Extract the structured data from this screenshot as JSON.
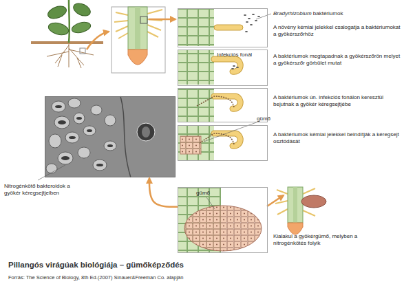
{
  "diagram": {
    "title": "Pillangós virágúak biológiája – gümőképződés",
    "caption": "Forrás: The Science of Biology, 8th Ed.(2007) Sinauer&Freeman Co. alapján",
    "nodes": [
      {
        "text": [
          "Bradyrhizobium baktériumok",
          "A növény kémiai jelekkel csalogatja a baktériumokat a gyökérszőrhöz"
        ]
      },
      {
        "text": [
          "Infekciós fonál",
          "A baktériumok megtapadnak a gyökérszőrön melyet a gyökérszőr görbület mutat"
        ]
      },
      {
        "text": [
          "A baktériumok ún. infekciós fonálon keresztül bejutnak a gyökér kéregsejtjébe"
        ]
      },
      {
        "text": [
          "gümő",
          "A baktériumok kémiai jelekkel beindítják a kéregsejt osztódását"
        ]
      },
      {
        "text": [
          "gümő",
          "Kialakul a gyökérgümő, melyben a nitrogénkötés folyik"
        ]
      },
      {
        "text": [
          "Nitrogénkötő bakteroidok a gyökér kéregsejtjeiben"
        ]
      }
    ],
    "edges": [
      {
        "from": 4,
        "to": 5,
        "arrow": "to"
      }
    ]
  }
}
